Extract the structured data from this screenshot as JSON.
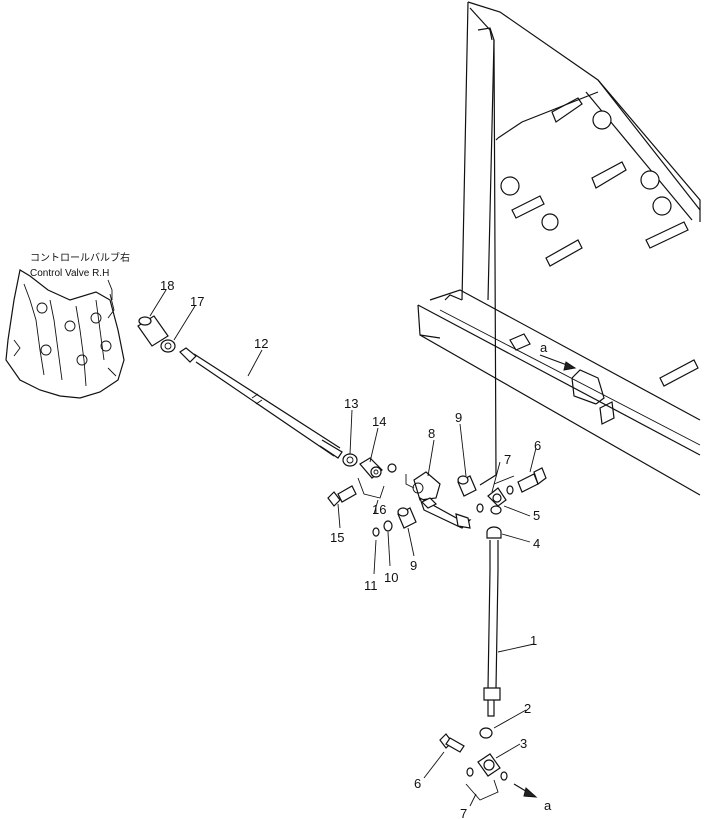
{
  "caption": {
    "jp": "コントロールバルブ右",
    "en": "Control Valve R.H"
  },
  "arrow_ref": "a",
  "parts": {
    "p1": "1",
    "p2": "2",
    "p3": "3",
    "p4": "4",
    "p5": "5",
    "p6a": "6",
    "p6b": "6",
    "p7a": "7",
    "p7b": "7",
    "p8": "8",
    "p9a": "9",
    "p9b": "9",
    "p10": "10",
    "p11": "11",
    "p12": "12",
    "p13": "13",
    "p14": "14",
    "p15": "15",
    "p16": "16",
    "p17": "17",
    "p18": "18"
  }
}
